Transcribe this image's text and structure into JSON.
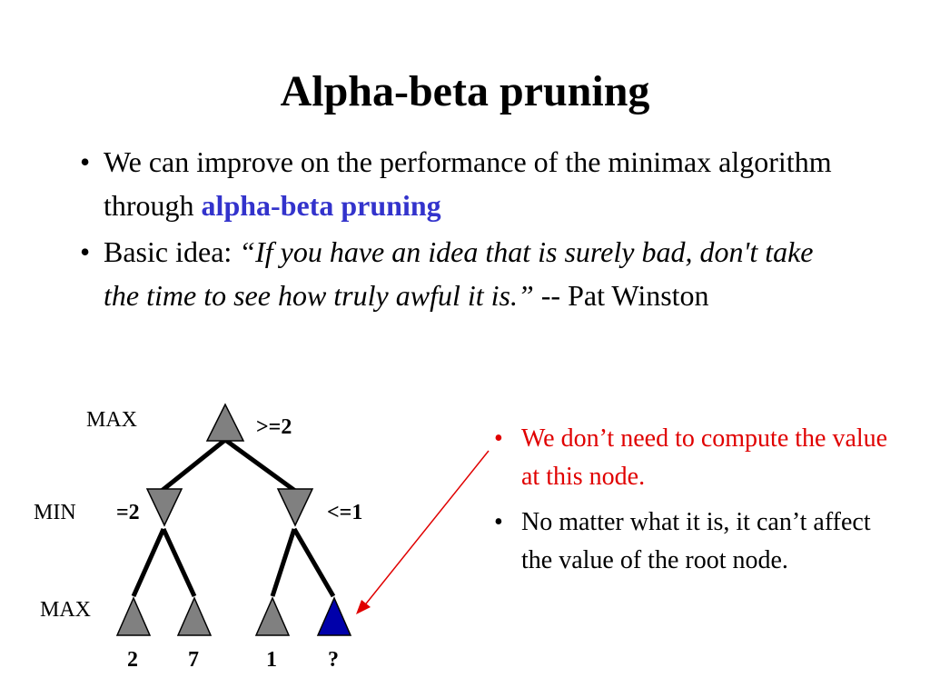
{
  "title": "Alpha-beta pruning",
  "bullets": {
    "b1_text": "We can improve on the performance of the minimax algorithm through ",
    "b1_highlight": "alpha-beta pruning",
    "b2_prefix": "Basic idea: ",
    "b2_quote": "“If you have an idea that is surely bad, don't take the time to see how truly awful it is.”",
    "b2_suffix": " -- Pat Winston",
    "bullet_char": "•"
  },
  "tree": {
    "labels": {
      "max_top": "MAX",
      "min": "MIN",
      "max_bottom": "MAX"
    },
    "values": {
      "root": ">=2",
      "min_left": "=2",
      "min_right": "<=1"
    },
    "leaves": [
      "2",
      "7",
      "1",
      "?"
    ]
  },
  "side_notes": {
    "note1": "We don’t need to compute the value at this node.",
    "note2": "No matter what it is, it can’t affect the value of the root node."
  },
  "colors": {
    "highlight": "#3333cc",
    "node_gray": "#808080",
    "pruned_node": "#0000aa",
    "arrow": "#e00000",
    "note_red": "#e00000"
  }
}
